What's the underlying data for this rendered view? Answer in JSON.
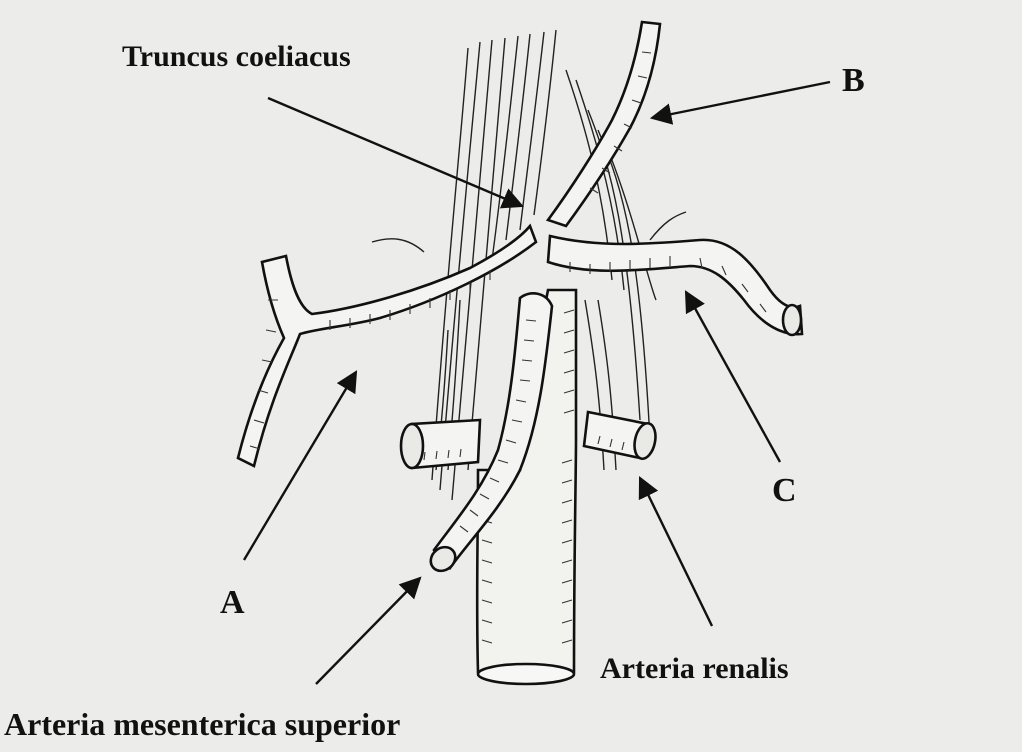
{
  "labels": {
    "truncus": "Truncus coeliacus",
    "b": "B",
    "a": "A",
    "c": "C",
    "renalis": "Arteria renalis",
    "mesenterica": "Arteria mesenterica superior"
  },
  "colors": {
    "background": "#ececea",
    "ink": "#111111"
  }
}
